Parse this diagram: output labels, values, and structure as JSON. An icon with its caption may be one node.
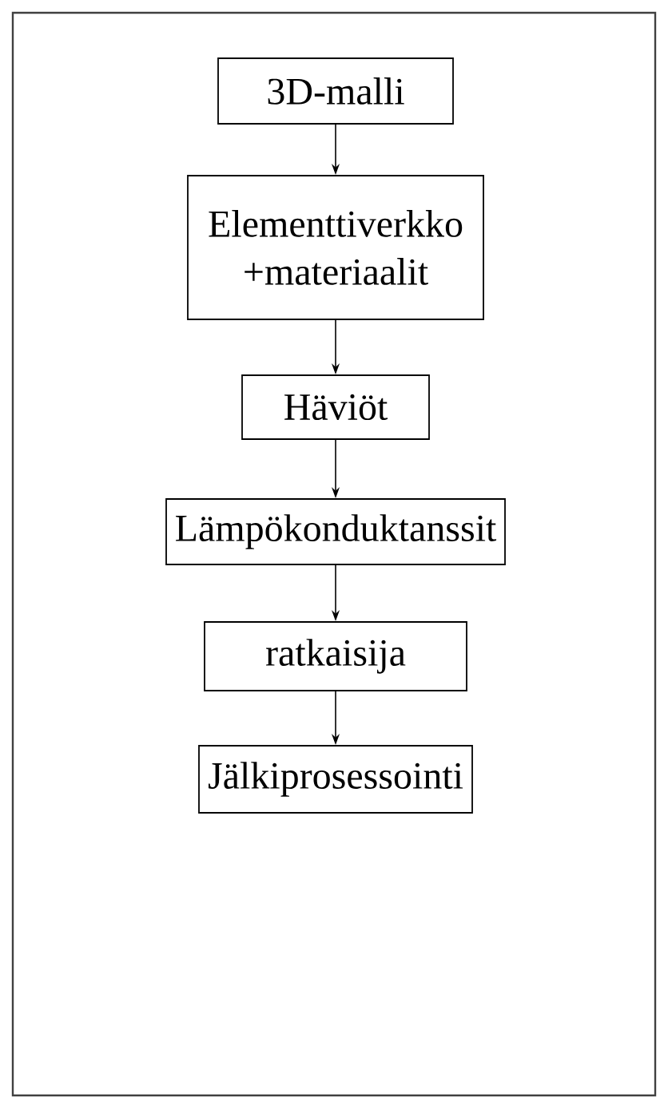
{
  "diagram": {
    "nodes": [
      {
        "text": [
          "3D-malli"
        ]
      },
      {
        "text": [
          "Elementtiverkko +materiaalit"
        ]
      },
      {
        "text": [
          "Häviöt"
        ]
      },
      {
        "text": [
          "Lämpökonduktanssit"
        ]
      },
      {
        "text": [
          "ratkaisija"
        ]
      },
      {
        "text": [
          "Jälkiprosessointi"
        ]
      }
    ],
    "edges": [
      {
        "from": 0,
        "to": 1,
        "arrow": "to"
      },
      {
        "from": 1,
        "to": 2,
        "arrow": "to"
      },
      {
        "from": 2,
        "to": 3,
        "arrow": "to"
      },
      {
        "from": 3,
        "to": 4,
        "arrow": "to"
      },
      {
        "from": 4,
        "to": 5,
        "arrow": "to"
      }
    ]
  }
}
